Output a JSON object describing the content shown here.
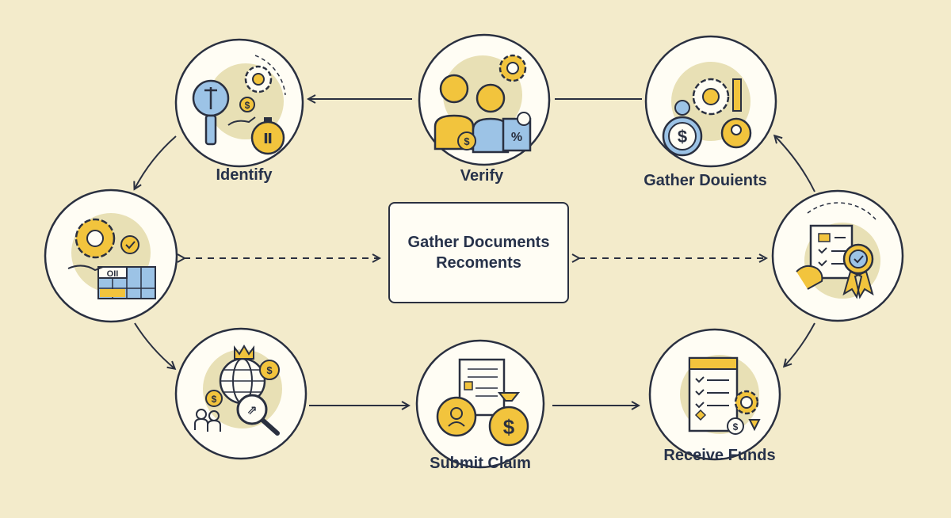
{
  "nodes": {
    "identify": {
      "label": "Identify"
    },
    "verify": {
      "label": "Verify"
    },
    "gather_documents": {
      "label": "Gather Douients"
    },
    "submit_claim": {
      "label": "Submit Claim"
    },
    "receive_funds": {
      "label": "Receive Funds"
    }
  },
  "center": {
    "line1": "Gather Documents",
    "line2": "Recoments"
  },
  "icon_text": {
    "coin": "$",
    "badge": "Ⅱ",
    "calculator": "OII",
    "document": "%",
    "arrow": "⇗"
  },
  "colors": {
    "background": "#f3ebcb",
    "accent_yellow": "#f2c43d",
    "accent_blue": "#9cc3e6",
    "line": "#2a3040",
    "blob": "#e8e0b5"
  }
}
